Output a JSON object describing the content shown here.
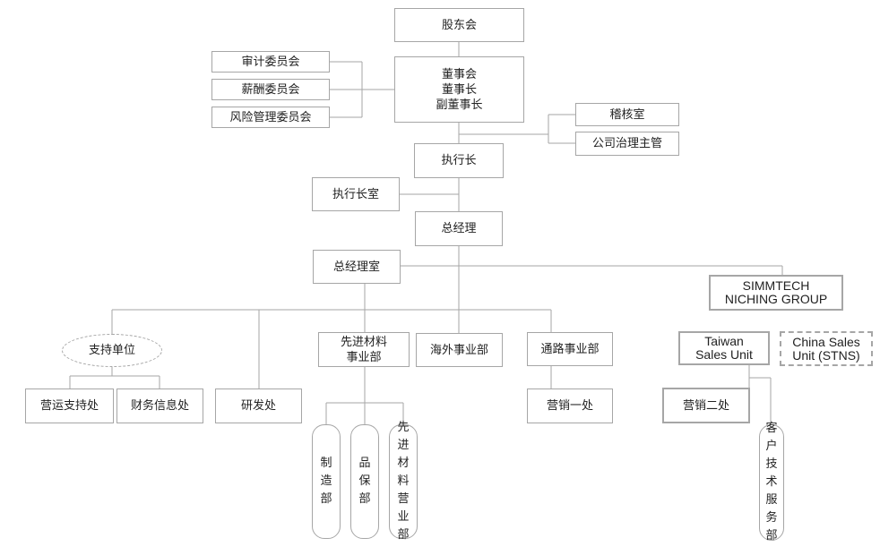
{
  "nodes": {
    "shareholders": "股东会",
    "board_line1": "董事会",
    "board_line2": "董事长",
    "board_line3": "副董事长",
    "audit_committee": "审计委员会",
    "compensation_committee": "薪酬委员会",
    "risk_committee": "风险管理委员会",
    "audit_office": "稽核室",
    "governance_officer": "公司治理主管",
    "ceo": "执行长",
    "ceo_office": "执行长室",
    "general_manager": "总经理",
    "gm_office": "总经理室",
    "support_units": "支持单位",
    "operations_support": "营运支持处",
    "finance_info": "财务信息处",
    "rd": "研发处",
    "advanced_materials": "先进材料事业部",
    "overseas": "海外事业部",
    "channel": "通路事业部",
    "sales_1": "营销一处",
    "simmtech_line1": "SIMMTECH",
    "simmtech_line2": "NICHING GROUP",
    "taiwan_line1": "Taiwan",
    "taiwan_line2": "Sales Unit",
    "china_line1": "China Sales",
    "china_line2": "Unit (STNS)",
    "sales_2": "营销二处",
    "customer_tech": "客户技术服务部",
    "manufacturing": "制造部",
    "quality": "品保部",
    "advanced_materials_sales": "先进材料营业部"
  }
}
